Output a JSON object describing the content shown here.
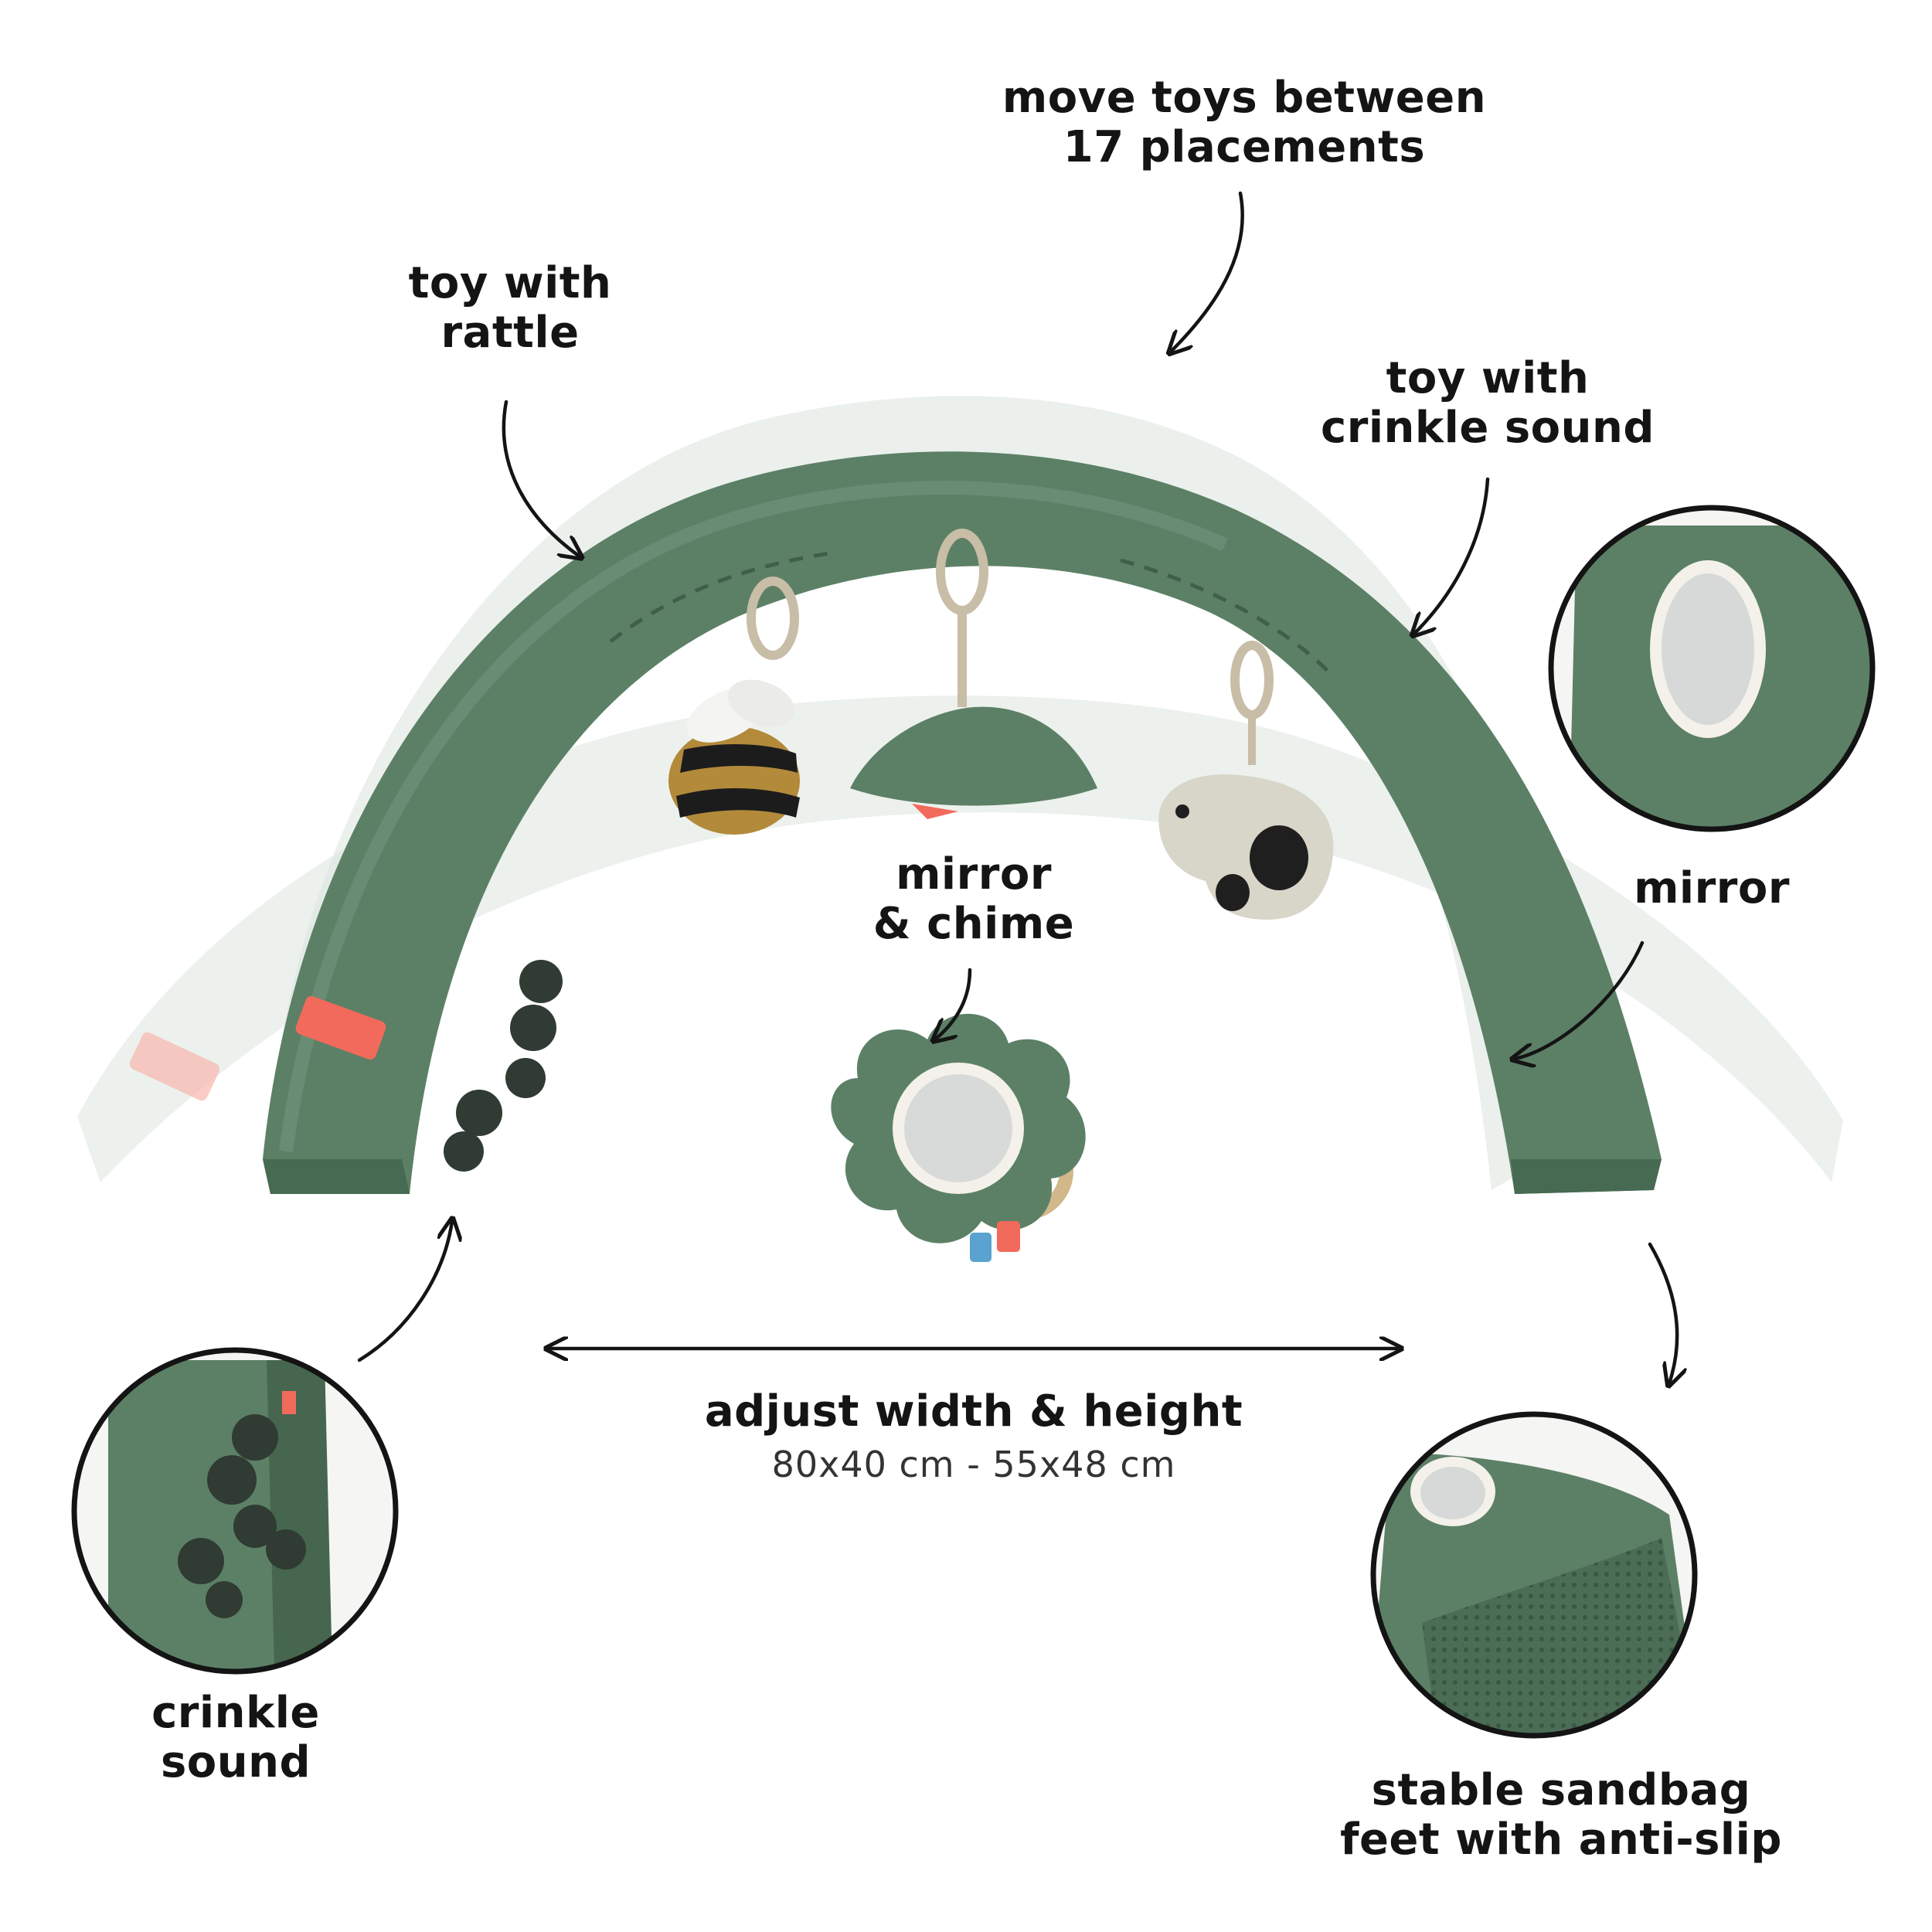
{
  "labels": {
    "move_toys": "move toys between\n17 placements",
    "toy_rattle": "toy with\nrattle",
    "toy_crinkle": "toy with\ncrinkle sound",
    "mirror_chime": "mirror\n& chime",
    "mirror": "mirror",
    "crinkle_sound": "crinkle\nsound",
    "adjust_title": "adjust width & height",
    "adjust_sizes": "80x40 cm - 55x48 cm",
    "sandbag": "stable sandbag\nfeet with anti-slip"
  },
  "icons": [
    "bee-toy-icon",
    "cloud-toy-icon",
    "cow-toy-icon",
    "flower-mirror-icon",
    "arrow-icon"
  ],
  "colors": {
    "green": "#5c8066",
    "green_dark": "#466a52",
    "ghost": "#dfe7e1",
    "text": "#141414",
    "tag": "#f26a5b"
  }
}
